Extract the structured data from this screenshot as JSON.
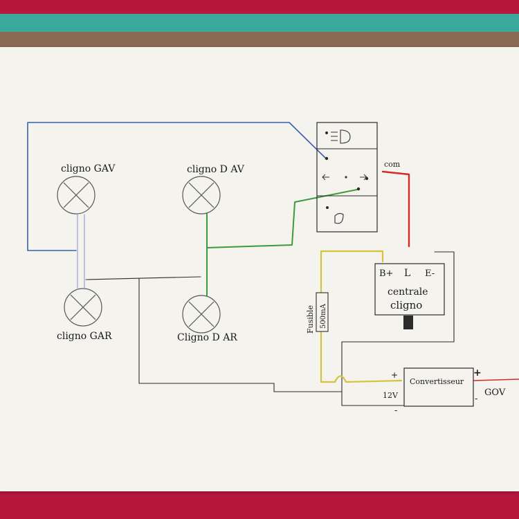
{
  "colors": {
    "fabric_red": "#b8173d",
    "fabric_teal": "#3aa89a",
    "fabric_brown": "#8a6a52",
    "paper": "#f4f3ee",
    "wire_black": "#2b2b2b",
    "wire_blue": "#3a5fb0",
    "wire_green": "#3c9a3a",
    "wire_red": "#d42a2a",
    "wire_yellow": "#d8c23a"
  },
  "labels": {
    "lamp_front_left": "cligno GAV",
    "lamp_front_right": "cligno D AV",
    "lamp_rear_left": "cligno GAR",
    "lamp_rear_right": "Cligno D AR",
    "switch_com": "com",
    "relay_b_plus": "B+",
    "relay_l": "L",
    "relay_e_minus": "E-",
    "relay_name_line1": "centrale",
    "relay_name_line2": "cligno",
    "fuse_label": "Fusible",
    "fuse_rating": "500mA",
    "converter_name": "Convertisseur",
    "converter_plus_in": "+",
    "converter_minus_in": "-",
    "converter_voltage": "12V",
    "converter_plus_out": "+",
    "converter_minus_out": "-",
    "converter_output": "GOV"
  },
  "icons": {
    "switch_top": "headlight-icon",
    "switch_middle": "turn-signal-arrows-icon",
    "switch_bottom": "horn-icon",
    "lamps": "lamp-cross-icon"
  }
}
